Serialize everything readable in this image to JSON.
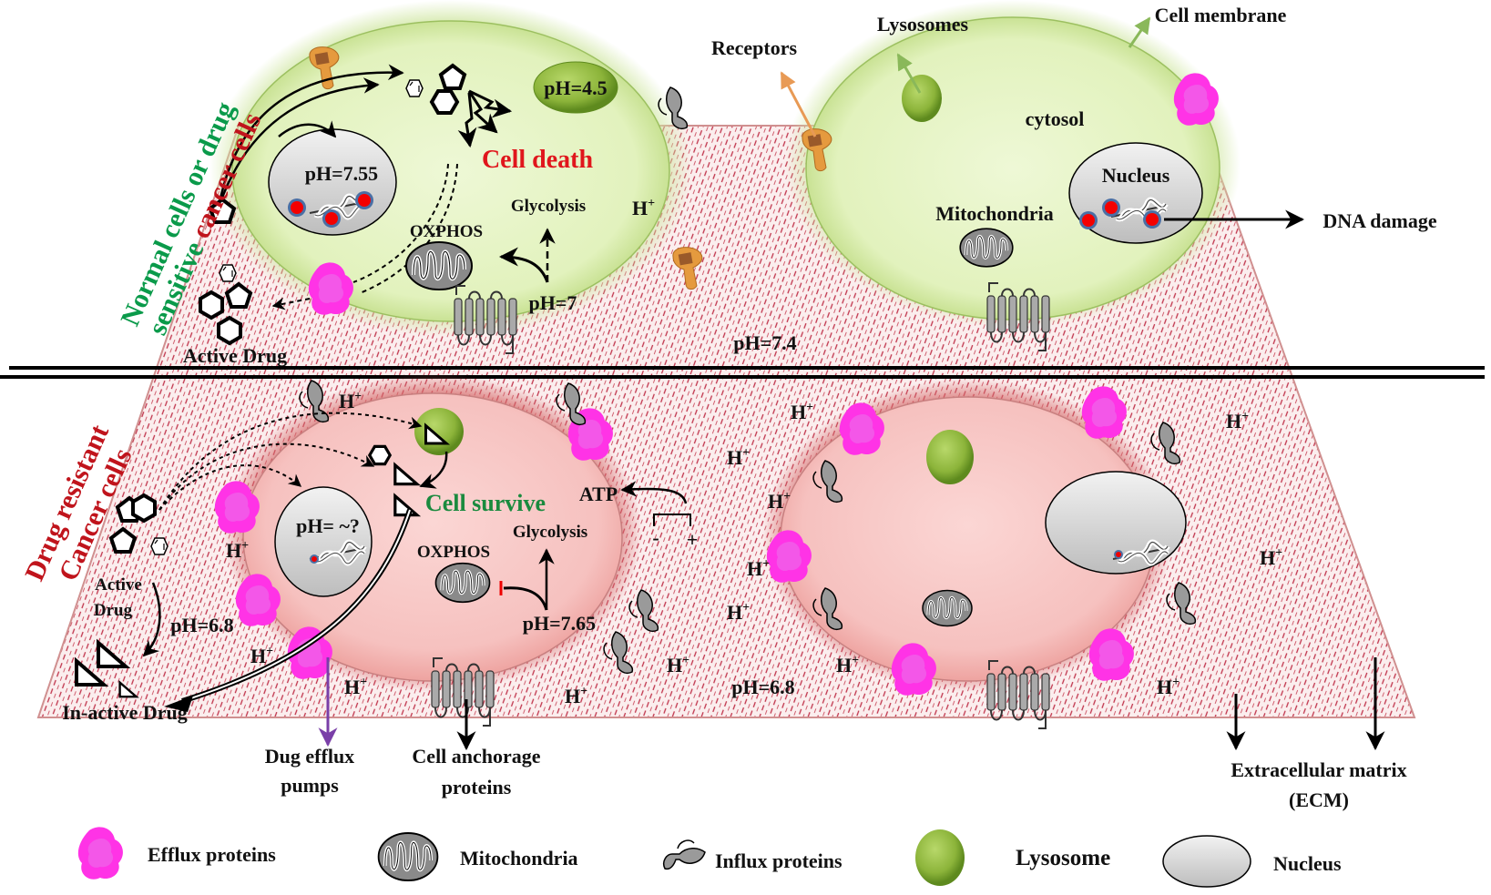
{
  "colors": {
    "normal_green": "#0a9a4a",
    "cancer_red": "#c0141c",
    "cell_death_red": "#e0161c",
    "cell_survive_green": "#1a8a3e",
    "efflux_magenta": "#ff33e6",
    "lysosome_green": "#8fb83a",
    "healthy_cell_fill": "#e6f4c4",
    "resistant_cell_fill": "#f7c6c4",
    "ecm_dash": "#b8283c",
    "receptor_orange": "#e59a3e",
    "influx_gray": "#9a9a9a",
    "efflux_pump_arrow": "#7a3fa8"
  },
  "sections": {
    "top_title_green": "Normal cells or drug",
    "top_title_mixed_green": "sensitive",
    "top_title_mixed_red": "cancer cells",
    "bottom_title_line1": "Drug resistant",
    "bottom_title_line2": "Cancer cells"
  },
  "top": {
    "lysosome_ph": "pH=4.5",
    "nucleus_ph": "pH=7.55",
    "cell_death": "Cell death",
    "glycolysis": "Glycolysis",
    "oxphos": "OXPHOS",
    "cytosol_ph": "pH=7",
    "h_plus": "H",
    "plus": "+",
    "active_drug": "Active Drug",
    "ecm_ph": "pH=7.4",
    "lysosomes_label": "Lysosomes",
    "cell_membrane_label": "Cell membrane",
    "receptors_label": "Receptors",
    "cytosol_label": "cytosol",
    "nucleus_label": "Nucleus",
    "mitochondria_label": "Mitochondria",
    "dna_damage_label": "DNA damage"
  },
  "bottom": {
    "nucleus_ph": "pH= ~?",
    "cell_survive": "Cell survive",
    "atp": "ATP",
    "minus": "-",
    "plus_sign": "+",
    "glycolysis": "Glycolysis",
    "oxphos": "OXPHOS",
    "cytosol_ph": "pH=7.65",
    "active_drug_line1": "Active",
    "active_drug_line2": "Drug",
    "conversion_ph": "pH=6.8",
    "inactive_drug": "In-active Drug",
    "ecm_ph": "pH=6.8",
    "h_plus": "H",
    "plus": "+"
  },
  "callouts": {
    "efflux_pumps_line1": "Dug efflux",
    "efflux_pumps_line2": "pumps",
    "anchorage_line1": "Cell anchorage",
    "anchorage_line2": "proteins",
    "ecm_line1": "Extracellular matrix",
    "ecm_line2": "(ECM)"
  },
  "legend": [
    {
      "icon": "efflux-protein-icon",
      "label": "Efflux proteins"
    },
    {
      "icon": "mitochondria-icon",
      "label": "Mitochondria"
    },
    {
      "icon": "influx-protein-icon",
      "label": "Influx proteins"
    },
    {
      "icon": "lysosome-icon",
      "label": "Lysosome"
    },
    {
      "icon": "nucleus-icon",
      "label": "Nucleus"
    }
  ]
}
